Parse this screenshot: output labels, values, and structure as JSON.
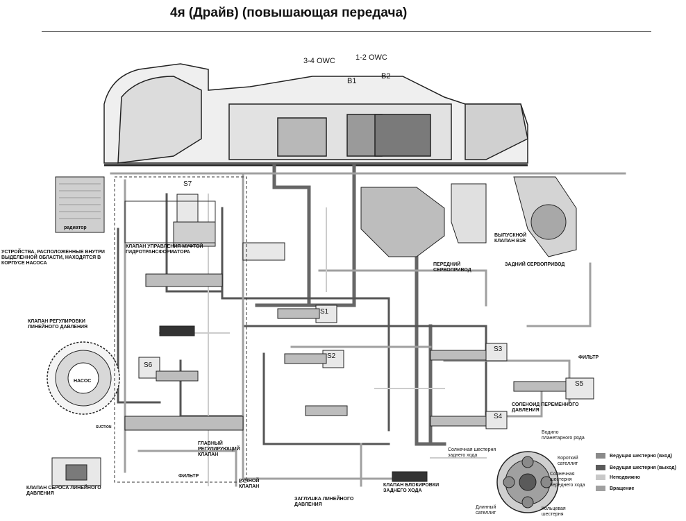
{
  "title": "4я (Драйв) (повышающая передача)",
  "components": {
    "owc34": "3-4 OWC",
    "owc12": "1-2 OWC",
    "b1": "B1",
    "b2": "B2",
    "s7": "S7",
    "s1": "S1",
    "s2": "S2",
    "s3": "S3",
    "s4": "S4",
    "s5": "S5",
    "s6": "S6",
    "radiator": "радиатор",
    "pump": "НАСОС"
  },
  "labels": {
    "pump_devices": "УСТРОЙСТВА, РАСПОЛОЖЕННЫЕ ВНУТРИ ВЫДЕЛЕННОЙ ОБЛАСТИ, НАХОДЯТСЯ В КОРПУСЕ НАСОСА",
    "converter_clutch_valve": "КЛАПАН УПРАВЛЕНИЯ МУФТОЙ ГИДРОТРАНСФОРМАТОРА",
    "line_pressure_regulator": "КЛАПАН РЕГУЛИРОВКИ ЛИНЕЙНОГО ДАВЛЕНИЯ",
    "front_servo": "ПЕРЕДНИЙ СЕРВОПРИВОД",
    "rear_servo": "ЗАДНИЙ СЕРВОПРИВОД",
    "exhaust_valve": "ВЫПУСКНОЙ КЛАПАН B1R",
    "filter_right": "ФИЛЬТР",
    "variable_solenoid": "СОЛЕНОИД ПЕРЕМЕННОГО ДАВЛЕНИЯ",
    "main_regulator": "ГЛАВНЫЙ РЕГУЛИРУЮЩИЙ КЛАПАН",
    "filter_bottom": "ФИЛЬТР",
    "manual_valve": "РУЧНОЙ КЛАПАН",
    "line_relief": "КЛАПАН СБРОСА ЛИНЕЙНОГО ДАВЛЕНИЯ",
    "line_plug": "ЗАГЛУШКА ЛИНЕЙНОГО ДАВЛЕНИЯ",
    "reverse_lockout": "КЛАПАН БЛОКИРОВКИ ЗАДНЕГО ХОДА",
    "suction": "SUCTION",
    "rear_sun": "Солнечная шестерня заднего хода",
    "carrier": "Водило планетарного ряда",
    "short_pinion": "Короткий сателлит",
    "front_sun": "Солнечная шестерня переднего хода",
    "long_pinion": "Длинный сателлит",
    "ring_gear": "Кольцевая шестерня"
  },
  "legend": [
    {
      "label": "Ведущая шестерня (вход)",
      "color": "#8a8a8a"
    },
    {
      "label": "Ведущая шестерня (выход)",
      "color": "#5a5a5a"
    },
    {
      "label": "Неподвижно",
      "color": "#c8c8c8"
    },
    {
      "label": "Вращение",
      "color": "#a0a0a0"
    }
  ]
}
